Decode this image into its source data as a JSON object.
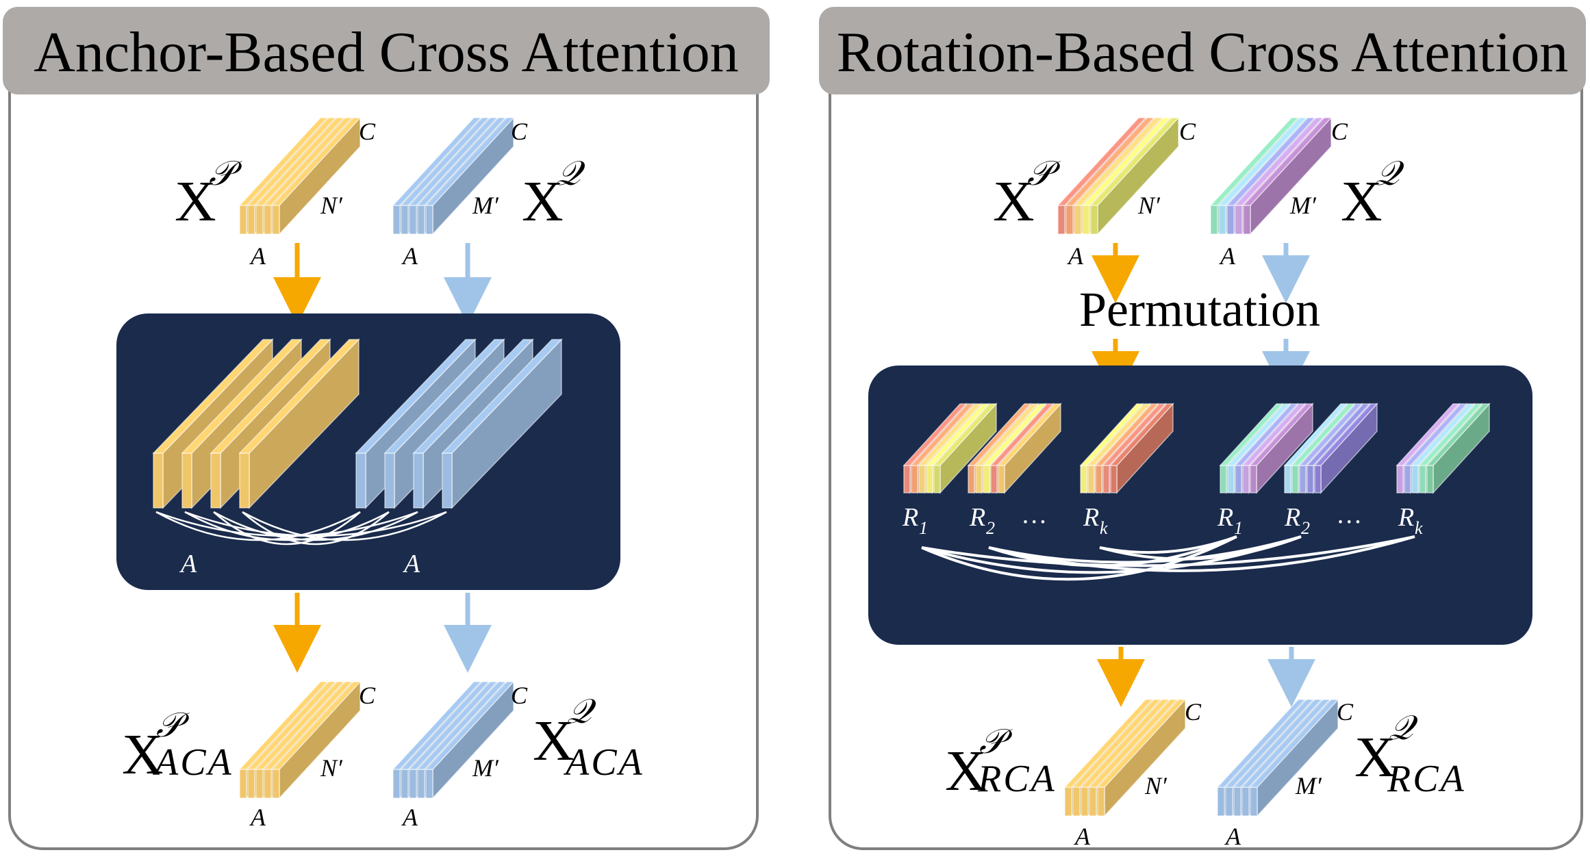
{
  "panels": {
    "anchor": {
      "title": "Anchor-Based Cross Attention",
      "input_p": {
        "base": "X",
        "sup": "𝒫"
      },
      "input_q": {
        "base": "X",
        "sup": "𝒬"
      },
      "output_p": {
        "base": "X",
        "sup": "𝒫",
        "sub": "ACA"
      },
      "output_q": {
        "base": "X",
        "sup": "𝒬",
        "sub": "ACA"
      },
      "inner_labels": [
        "A",
        "A"
      ]
    },
    "rotation": {
      "title": "Rotation-Based Cross Attention",
      "input_p": {
        "base": "X",
        "sup": "𝒫"
      },
      "input_q": {
        "base": "X",
        "sup": "𝒬"
      },
      "permutation_label": "Permutation",
      "output_p": {
        "base": "X",
        "sup": "𝒫",
        "sub": "RCA"
      },
      "output_q": {
        "base": "X",
        "sup": "𝒬",
        "sub": "RCA"
      },
      "rot_p": [
        "R",
        "1",
        "R",
        "2",
        "…",
        "R",
        "k"
      ],
      "rot_q": [
        "R",
        "1",
        "R",
        "2",
        "…",
        "R",
        "k"
      ]
    }
  },
  "dims": {
    "c": "C",
    "n": "N′",
    "m": "M′",
    "a": "A"
  },
  "colors": {
    "panel_border": "#7f7f7f",
    "title_bar": "#aeaaa8",
    "dark_box": "#1a2b4c",
    "yellow": "#f0c66a",
    "blue": "#9bbbe0",
    "orange_arrow": "#f6a800",
    "blue_arrow": "#a0c4e8"
  }
}
